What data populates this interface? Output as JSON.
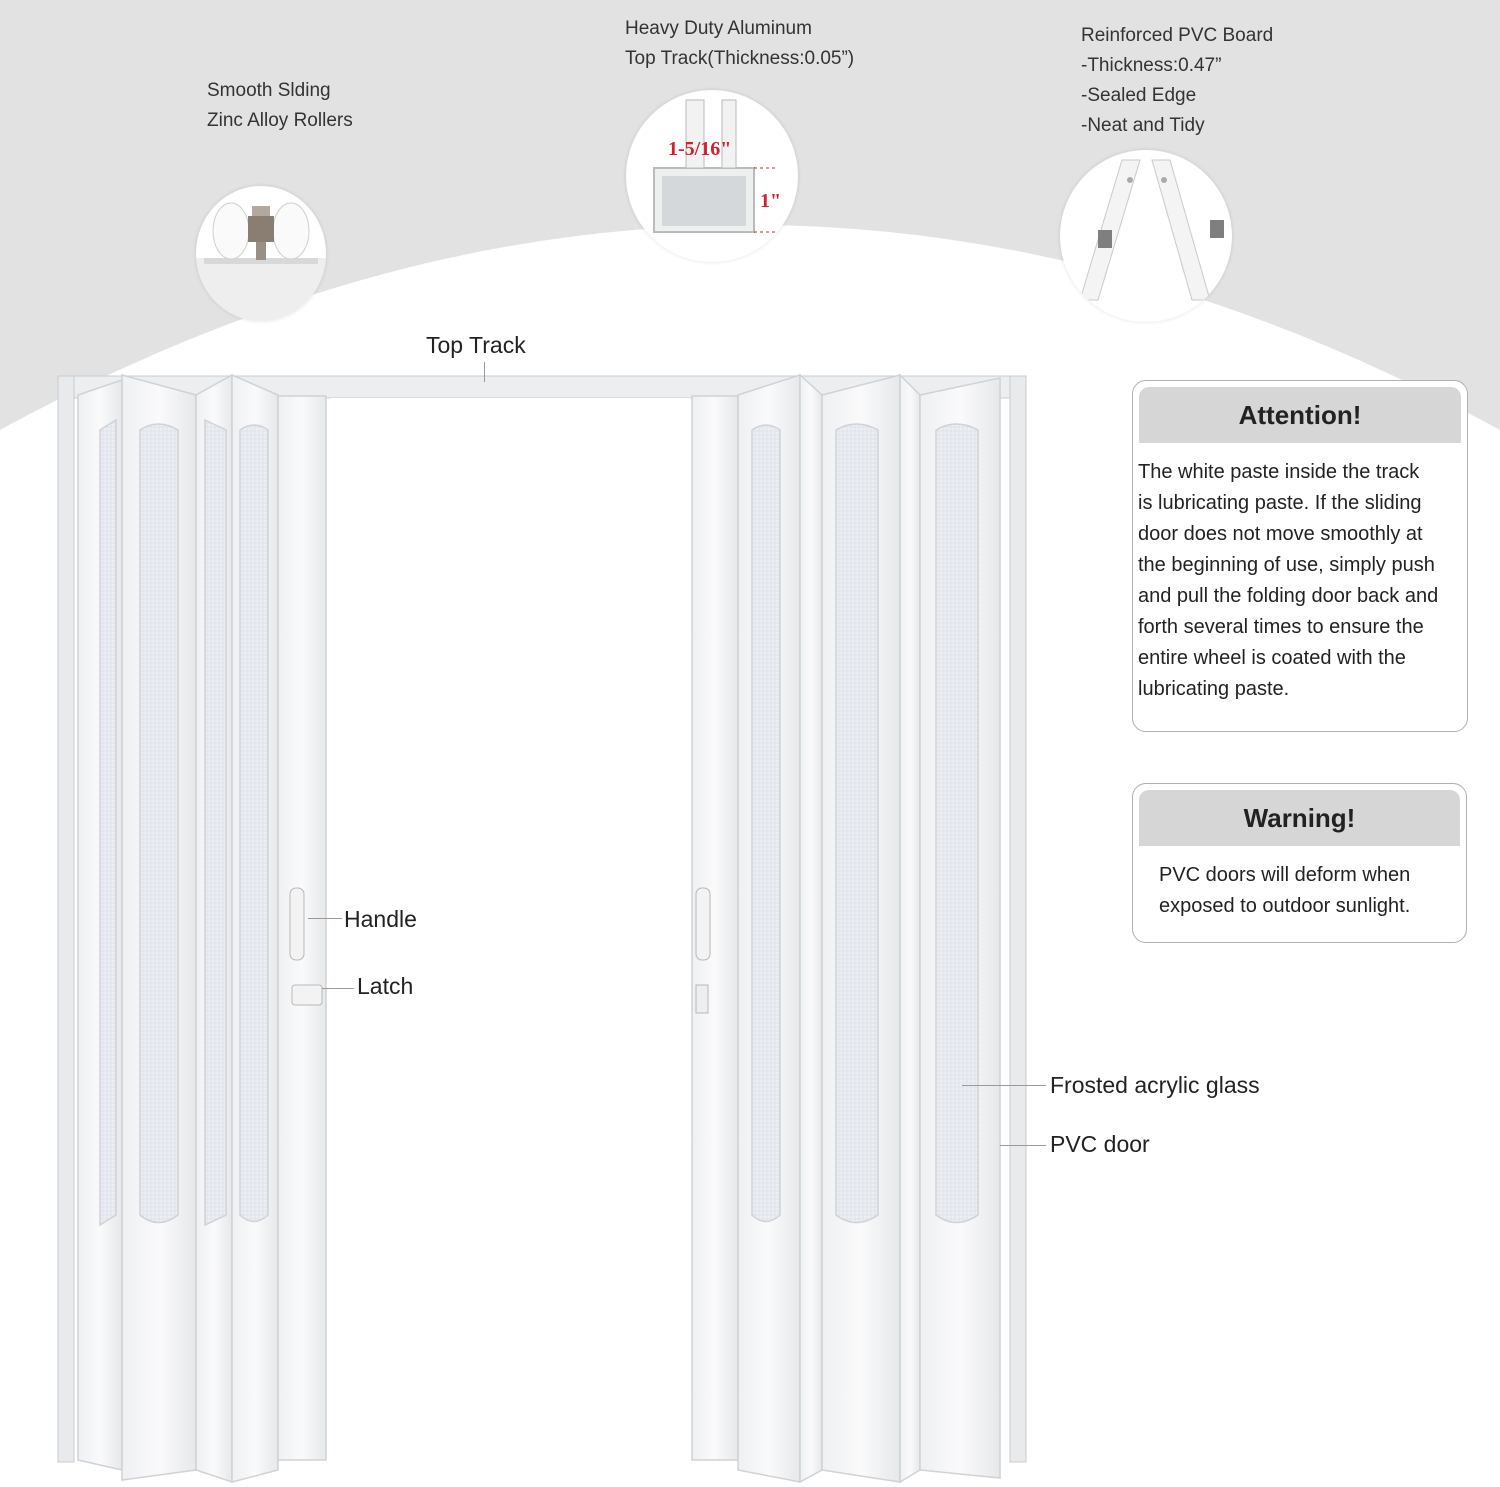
{
  "callouts": {
    "rollers": {
      "line1": "Smooth Slding",
      "line2": "Zinc Alloy Rollers"
    },
    "track": {
      "line1": "Heavy Duty Aluminum",
      "line2": "Top Track(Thickness:0.05”)",
      "dim_width": "1-5/16\"",
      "dim_height": "1\""
    },
    "board": {
      "line1": "Reinforced PVC Board",
      "line2": "-Thickness:0.47”",
      "line3": "-Sealed Edge",
      "line4": "-Neat and Tidy"
    }
  },
  "labels": {
    "top_track": "Top Track",
    "handle": "Handle",
    "latch": "Latch",
    "frosted_glass": "Frosted acrylic glass",
    "pvc_door": "PVC door"
  },
  "attention": {
    "title": "Attention!",
    "lines": [
      "The white paste inside the track",
      "is lubricating paste. If the sliding",
      "door does not move smoothly at",
      "the beginning of use, simply push",
      "and pull the folding door back and",
      "forth several times to ensure the",
      "entire wheel is coated with the",
      "lubricating paste."
    ]
  },
  "warning": {
    "title": "Warning!",
    "lines": [
      "PVC doors will deform when",
      "exposed to outdoor sunlight."
    ]
  },
  "colors": {
    "background_arc": "#e2e2e2",
    "panel_white": "#f7f7f8",
    "frosted": "#e9ecf2",
    "dimension_red": "#d0202a"
  }
}
